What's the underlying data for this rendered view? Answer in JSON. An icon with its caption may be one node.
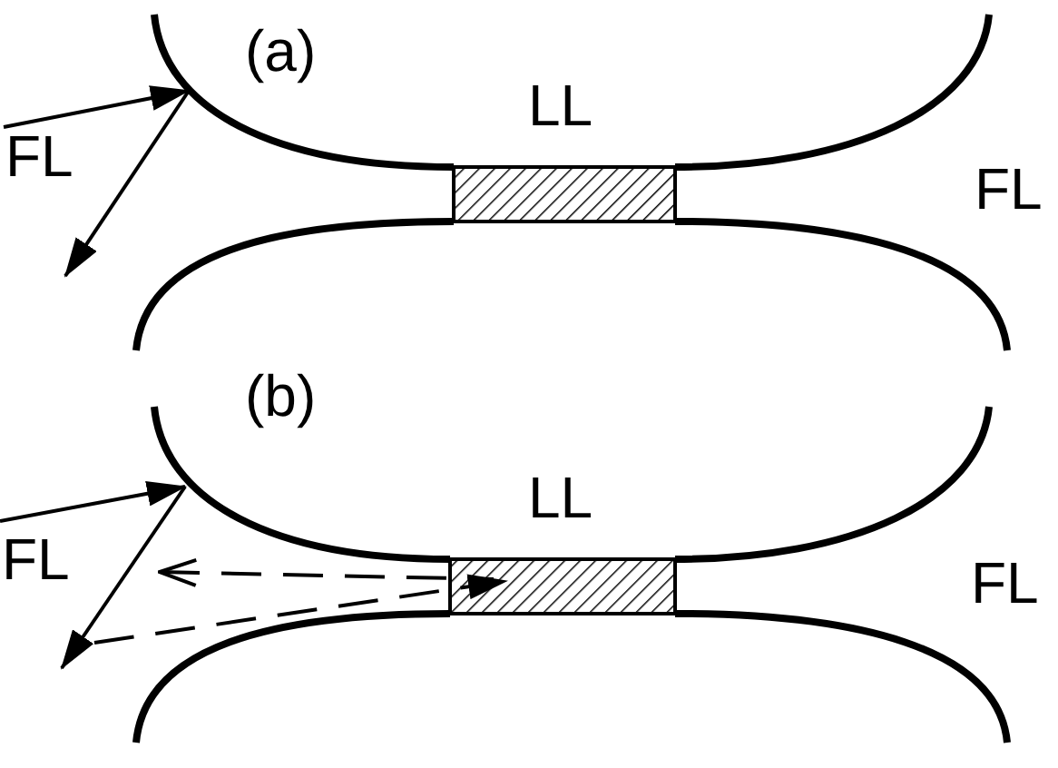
{
  "diagram": {
    "labels": [
      "(a)",
      "LL",
      "FL",
      "FL",
      "(b)",
      "LL",
      "FL",
      "FL"
    ]
  }
}
